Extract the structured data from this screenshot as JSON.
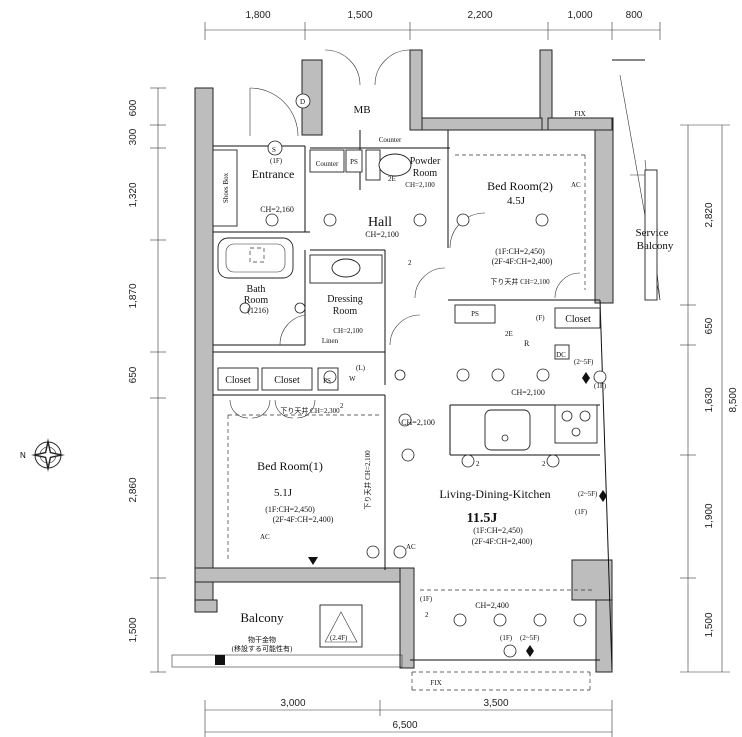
{
  "dimensions": {
    "top": [
      "1,800",
      "1,500",
      "2,200",
      "1,000",
      "800"
    ],
    "left": [
      "600",
      "300",
      "1,320",
      "1,870",
      "650",
      "2,860",
      "1,500"
    ],
    "right": [
      "2,820",
      "650",
      "1,630",
      "1,900",
      "1,500"
    ],
    "right_total": "8,500",
    "bottom": [
      "3,000",
      "3,500"
    ],
    "bottom_total": "6,500"
  },
  "rooms": {
    "entrance": "Entrance",
    "shoes_box": "Shoes Box",
    "entrance_ch": "CH=2,160",
    "mb": "MB",
    "counter1": "Counter",
    "counter2": "Counter",
    "ps1": "PS",
    "powder_l1": "Powder",
    "powder_l2": "Room",
    "powder_ch": "CH=2,100",
    "hall": "Hall",
    "hall_ch": "CH=2,100",
    "bed2_name": "Bed Room(2)",
    "bed2_size": "4.5J",
    "bed2_ch1": "(1F:CH=2,450)",
    "bed2_ch2": "(2F-4F:CH=2,400)",
    "bed2_drop": "下り天井 CH=2,100",
    "service_l1": "Service",
    "service_l2": "Balcony",
    "bath_l1": "Bath",
    "bath_l2": "Room",
    "bath_size": "(1216)",
    "dressing_l1": "Dressing",
    "dressing_l2": "Room",
    "dressing_ch": "CH=2,100",
    "linen": "Linen",
    "ps2": "PS",
    "ps3": "PS",
    "closet1": "Closet",
    "closet2": "Closet",
    "closet3": "Closet",
    "dc": "DC",
    "bed1_drop": "下り天井 CH=2,300",
    "bed1_name": "Bed Room(1)",
    "bed1_size": "5.1J",
    "bed1_ch1": "(1F:CH=2,450)",
    "bed1_ch2": "(2F-4F:CH=2,400)",
    "vert_drop": "下り天井 CH=2,100",
    "ch_2100_a": "CH=2,100",
    "ch_2100_b": "CH=2,100",
    "ldk_name": "Living-Dining-Kitchen",
    "ldk_size": "11.5J",
    "ldk_ch1": "(1F:CH=2,450)",
    "ldk_ch2": "(2F-4F:CH=2,400)",
    "balcony": "Balcony",
    "balcony_note1": "物干金物",
    "balcony_note2": "(移設する可能性有)",
    "balcony_ch": "CH=2,400",
    "fix_top": "FIX",
    "fix_bottom": "FIX"
  },
  "marks": {
    "ac1": "AC",
    "ac2": "AC",
    "ac3": "AC",
    "r": "R",
    "w": "W",
    "tag_1f_a": "(1F)",
    "tag_1f_b": "(1F)",
    "tag_1f_c": "(1F)",
    "tag_1f_d": "(1F)",
    "tag_1f_e": "(1F)",
    "tag_2_5f_a": "(2~5F)",
    "tag_2_5f_b": "(2~5F)",
    "tag_2_5f_c": "(2~5F)",
    "tag_2_4f": "(2.4F)",
    "tag_2e_a": "2E",
    "tag_2e_b": "2E",
    "tag_2_a": "2",
    "tag_2_b": "2",
    "tag_2_c": "2",
    "tag_2_d": "2",
    "tag_2_e": "2",
    "tag_f": "(F)",
    "tag_l": "(L)",
    "tag_s": "S",
    "tag_d": "D"
  }
}
